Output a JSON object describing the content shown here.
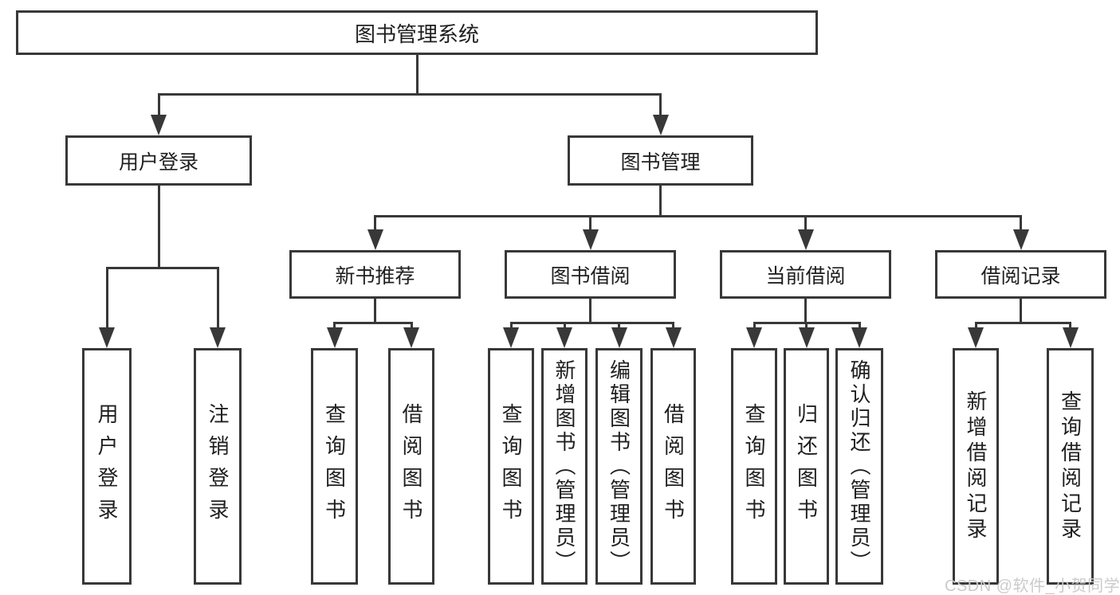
{
  "nodes": {
    "root": "图书管理系统",
    "user_login": "用户登录",
    "book_management": "图书管理",
    "new_book_recommend": "新书推荐",
    "book_borrow": "图书借阅",
    "current_borrow": "当前借阅",
    "borrow_records": "借阅记录"
  },
  "leaves": {
    "login": [
      "用户登录",
      "注销登录"
    ],
    "recommend": [
      "查询图书",
      "借阅图书"
    ],
    "borrow": [
      "查询图书",
      "新增图书（管理员）",
      "编辑图书（管理员）",
      "借阅图书"
    ],
    "current": [
      "查询图书",
      "归还图书",
      "确认归还（管理员）"
    ],
    "records": [
      "新增借阅记录",
      "查询借阅记录"
    ]
  },
  "watermark": "CSDN @软件_小贺同学",
  "colors": {
    "line": "#383838",
    "text": "#1f1f1f",
    "background": "#ffffff",
    "watermark": "#cbcbcb"
  }
}
